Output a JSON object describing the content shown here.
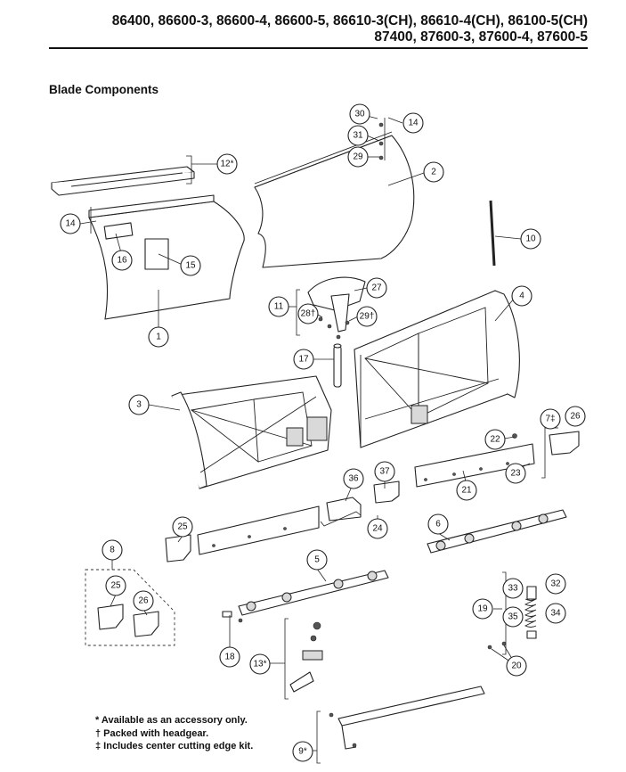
{
  "header": {
    "models_line1": "86400, 86600-3, 86600-4, 86600-5, 86610-3(CH), 86610-4(CH), 86100-5(CH)",
    "models_line2": "87400, 87600-3, 87600-4, 87600-5"
  },
  "section_title": "Blade Components",
  "callouts": {
    "c30": "30",
    "c14a": "14",
    "c31": "31",
    "c29": "29",
    "c12": "12*",
    "c2": "2",
    "c14b": "14",
    "c16": "16",
    "c15": "15",
    "c10": "10",
    "c1": "1",
    "c27": "27",
    "c11": "11",
    "c28": "28†",
    "c29b": "29†",
    "c4": "4",
    "c17": "17",
    "c3": "3",
    "c7": "7‡",
    "c26a": "26",
    "c22": "22",
    "c23": "23",
    "c21": "21",
    "c37": "37",
    "c36": "36",
    "c25a": "25",
    "c24": "24",
    "c6": "6",
    "c8": "8",
    "c5": "5",
    "c25b": "25",
    "c26b": "26",
    "c33": "33",
    "c32": "32",
    "c19": "19",
    "c35": "35",
    "c34": "34",
    "c18": "18",
    "c13": "13*",
    "c20": "20",
    "c9": "9*"
  },
  "notes": [
    "* Available as an accessory only.",
    "† Packed with headgear.",
    "‡ Includes center cutting edge kit."
  ]
}
